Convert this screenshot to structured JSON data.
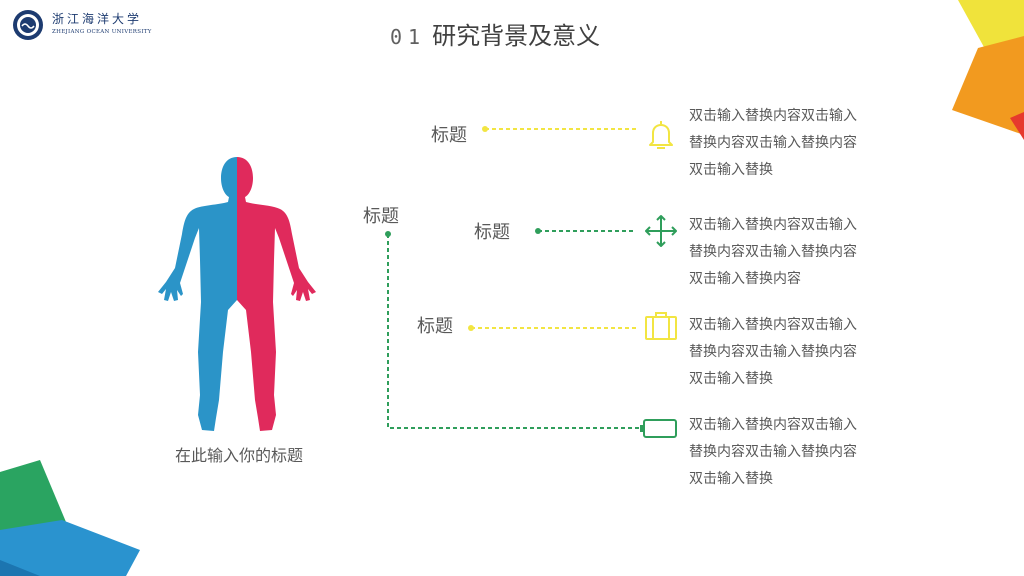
{
  "logo": {
    "name_cn": "浙江海洋大学",
    "name_en": "ZHEJIANG OCEAN UNIVERSITY"
  },
  "title": {
    "number": "01",
    "text": "研究背景及意义"
  },
  "figure_caption": "在此输入你的标题",
  "main_label": "标题",
  "items": [
    {
      "label": "标题",
      "icon": "bell-icon",
      "color": "#f2e542",
      "text": "双击输入替换内容双击输入替换内容双击输入替换内容双击输入替换"
    },
    {
      "label": "标题",
      "icon": "move-arrows-icon",
      "color": "#2f9e5b",
      "text": "双击输入替换内容双击输入替换内容双击输入替换内容双击输入替换内容"
    },
    {
      "label": "标题",
      "icon": "briefcase-icon",
      "color": "#f2e542",
      "text": "双击输入替换内容双击输入替换内容双击输入替换内容双击输入替换"
    },
    {
      "label": "",
      "icon": "battery-icon",
      "color": "#2f9e5b",
      "text": "双击输入替换内容双击输入替换内容双击输入替换内容双击输入替换"
    }
  ],
  "colors": {
    "body_left": "#2b94c8",
    "body_right": "#e02a5c",
    "dash_yellow": "#f2e542",
    "dash_green": "#2f9e5b"
  }
}
